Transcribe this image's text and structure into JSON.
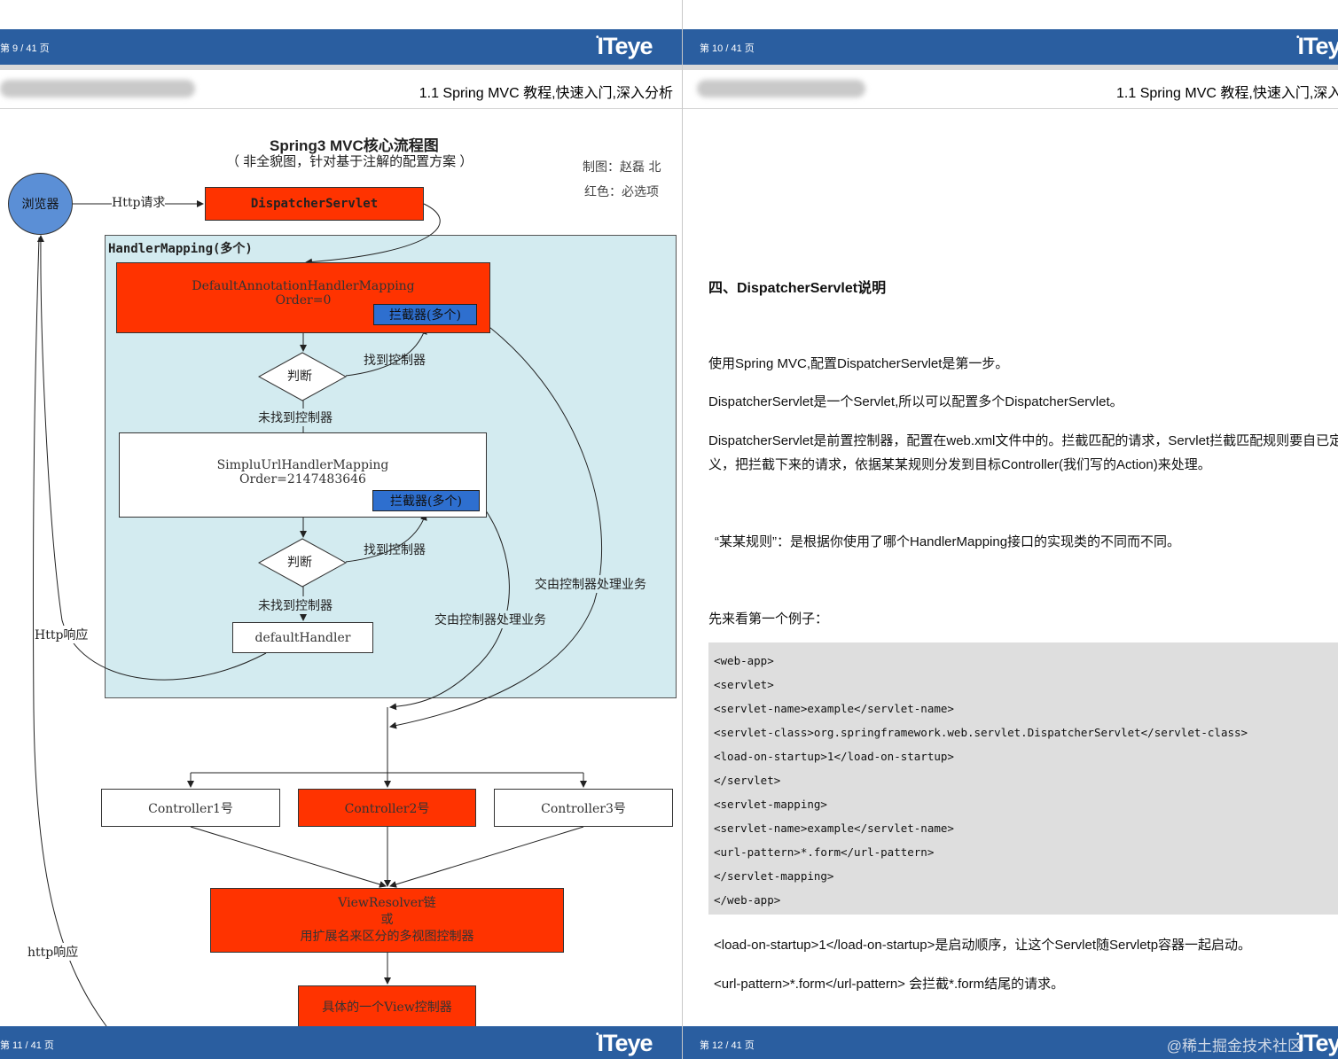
{
  "pages": {
    "p9": {
      "number": "第 9 / 41 页"
    },
    "p10": {
      "number": "第 10 / 41 页"
    },
    "p11": {
      "number": "第 11 / 41 页"
    },
    "p12": {
      "number": "第 12 / 41 页"
    }
  },
  "logo": "ITeye",
  "doc_title": "1.1 Spring MVC 教程,快速入门,深入分析",
  "doc_title_right": "1.1 Spring MVC 教程,快速入门,深入",
  "diagram": {
    "title": "Spring3 MVC核心流程图",
    "subtitle": "（ 非全貌图，针对基于注解的配置方案 ）",
    "author": "制图：赵磊 北",
    "legend": "红色：必选项",
    "browser": "浏览器",
    "http_request": "Http请求",
    "dispatcher": "DispatcherServlet",
    "handler_mapping": "HandlerMapping(多个)",
    "default_mapping": "DefaultAnnotationHandlerMapping",
    "default_order": "Order=0",
    "interceptor": "拦截器(多个)",
    "judge": "判断",
    "found": "找到控制器",
    "not_found": "未找到控制器",
    "simple_mapping": "SimpluUrlHandlerMapping",
    "simple_order": "Order=2147483646",
    "default_handler": "defaultHandler",
    "http_response": "Http响应",
    "delegate": "交由控制器处理业务",
    "controller1": "Controller1号",
    "controller2": "Controller2号",
    "controller3": "Controller3号",
    "view_resolver_1": "ViewResolver链",
    "view_resolver_2": "或",
    "view_resolver_3": "用扩展名来区分的多视图控制器",
    "view_controller": "具体的一个View控制器",
    "http_response_lower": "http响应"
  },
  "right": {
    "heading": "四、DispatcherServlet说明",
    "p1": "使用Spring MVC,配置DispatcherServlet是第一步。",
    "p2": "DispatcherServlet是一个Servlet,所以可以配置多个DispatcherServlet。",
    "p3a": "DispatcherServlet是前置控制器，配置在web.xml文件中的。拦截匹配的请求，Servlet拦截匹配规则要自已定",
    "p3b": "义，把拦截下来的请求，依据某某规则分发到目标Controller(我们写的Action)来处理。",
    "p4": "“某某规则”：是根据你使用了哪个HandlerMapping接口的实现类的不同而不同。",
    "p5": "先来看第一个例子：",
    "code": [
      "<web-app>",
      "    <servlet>",
      "        <servlet-name>example</servlet-name>",
      "        <servlet-class>org.springframework.web.servlet.DispatcherServlet</servlet-class>",
      "        <load-on-startup>1</load-on-startup>",
      "    </servlet>",
      "    <servlet-mapping>",
      "        <servlet-name>example</servlet-name>",
      "        <url-pattern>*.form</url-pattern>",
      "    </servlet-mapping>",
      "</web-app>"
    ],
    "p6": "<load-on-startup>1</load-on-startup>是启动顺序，让这个Servlet随Servletp容器一起启动。",
    "p7": "<url-pattern>*.form</url-pattern> 会拦截*.form结尾的请求。",
    "watermark": "@稀土掘金技术社区"
  },
  "colors": {
    "header_bar": "#2a5ea0",
    "required_red": "#ff3300",
    "interceptor_blue": "#2e6fcf",
    "mapping_bg": "#d3ebf0"
  }
}
